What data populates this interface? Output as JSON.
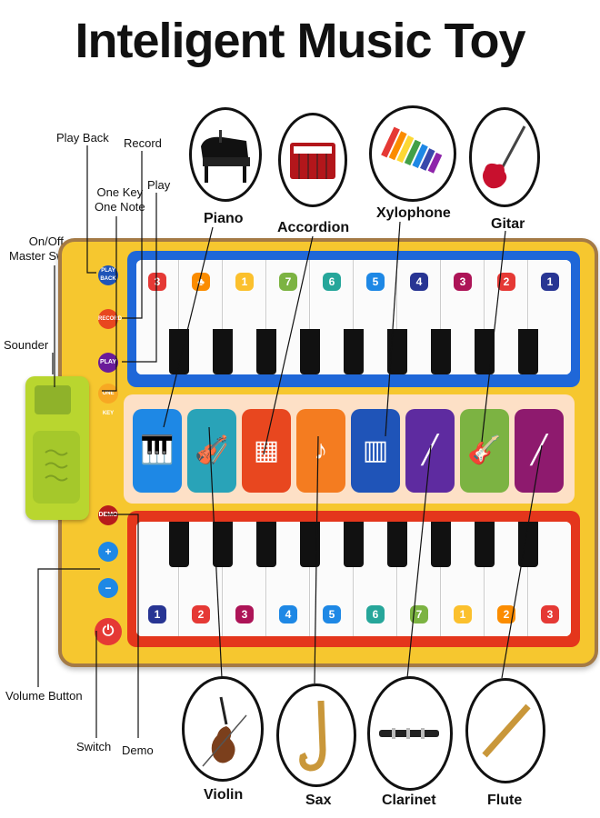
{
  "title": "Inteligent Music Toy",
  "callouts": {
    "play_back": "Play Back",
    "record": "Record",
    "one_key_one_note_line1": "One Key",
    "one_key_one_note_line2": "One Note",
    "play": "Play",
    "on_off_line1": "On/Off",
    "on_off_line2": "Master Switch",
    "sounder": "Sounder",
    "volume_button": "Volume Button",
    "switch": "Switch",
    "demo": "Demo"
  },
  "mat_buttons": {
    "play_back": "PLAY BACK",
    "record": "RECORD",
    "play": "PLAY",
    "one_key": "ONE KEY",
    "demo": "DEMO"
  },
  "instruments_top": [
    "Piano",
    "Accordion",
    "Xylophone",
    "Gitar"
  ],
  "instruments_bottom": [
    "Violin",
    "Sax",
    "Clarinet",
    "Flute"
  ],
  "top_keys_notes": [
    "3",
    "♣",
    "1",
    "7",
    "6",
    "5",
    "4",
    "3",
    "2",
    "1"
  ],
  "bottom_keys_notes": [
    "1",
    "2",
    "3",
    "4",
    "5",
    "6",
    "7",
    "1",
    "2",
    "3"
  ],
  "colors": {
    "blue_panel": "#1f67d8",
    "red_panel": "#e4361c",
    "mat_yellow": "#f6c72f",
    "mat_border": "#a47a46"
  }
}
